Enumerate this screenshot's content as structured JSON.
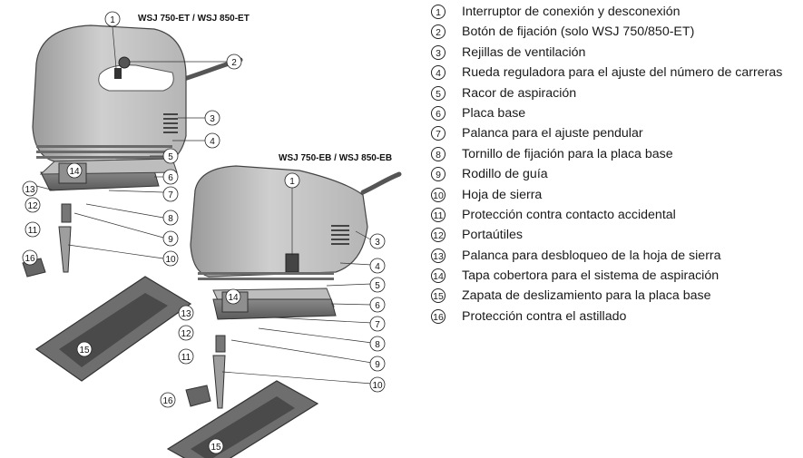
{
  "figure": {
    "top_model_label": "WSJ 750-ET / WSJ 850-ET",
    "bottom_model_label": "WSJ 750-EB / WSJ 850-EB",
    "callouts_top": [
      "1",
      "2",
      "3",
      "4",
      "5",
      "6",
      "7",
      "8",
      "9",
      "10",
      "11",
      "12",
      "13",
      "14",
      "15",
      "16"
    ],
    "callouts_bottom": [
      "1",
      "3",
      "4",
      "5",
      "6",
      "7",
      "8",
      "9",
      "10",
      "11",
      "12",
      "13",
      "14",
      "15",
      "16"
    ]
  },
  "legend": [
    {
      "num": "1",
      "text": "Interruptor de conexión y desconexión"
    },
    {
      "num": "2",
      "text": "Botón de fijación (solo WSJ 750/850-ET)"
    },
    {
      "num": "3",
      "text": "Rejillas de ventilación"
    },
    {
      "num": "4",
      "text": "Rueda reguladora para el ajuste del número de carreras"
    },
    {
      "num": "5",
      "text": "Racor de aspiración"
    },
    {
      "num": "6",
      "text": "Placa base"
    },
    {
      "num": "7",
      "text": "Palanca para el ajuste pendular"
    },
    {
      "num": "8",
      "text": "Tornillo de fijación para la placa base"
    },
    {
      "num": "9",
      "text": "Rodillo de guía"
    },
    {
      "num": "10",
      "text": "Hoja de sierra"
    },
    {
      "num": "11",
      "text": "Protección contra contacto accidental"
    },
    {
      "num": "12",
      "text": "Portaútiles"
    },
    {
      "num": "13",
      "text": "Palanca para desbloqueo de la hoja de sierra"
    },
    {
      "num": "14",
      "text": "Tapa cobertora para el sistema de aspiración"
    },
    {
      "num": "15",
      "text": "Zapata de deslizamiento para la placa base"
    },
    {
      "num": "16",
      "text": "Protección contra el astillado"
    }
  ]
}
